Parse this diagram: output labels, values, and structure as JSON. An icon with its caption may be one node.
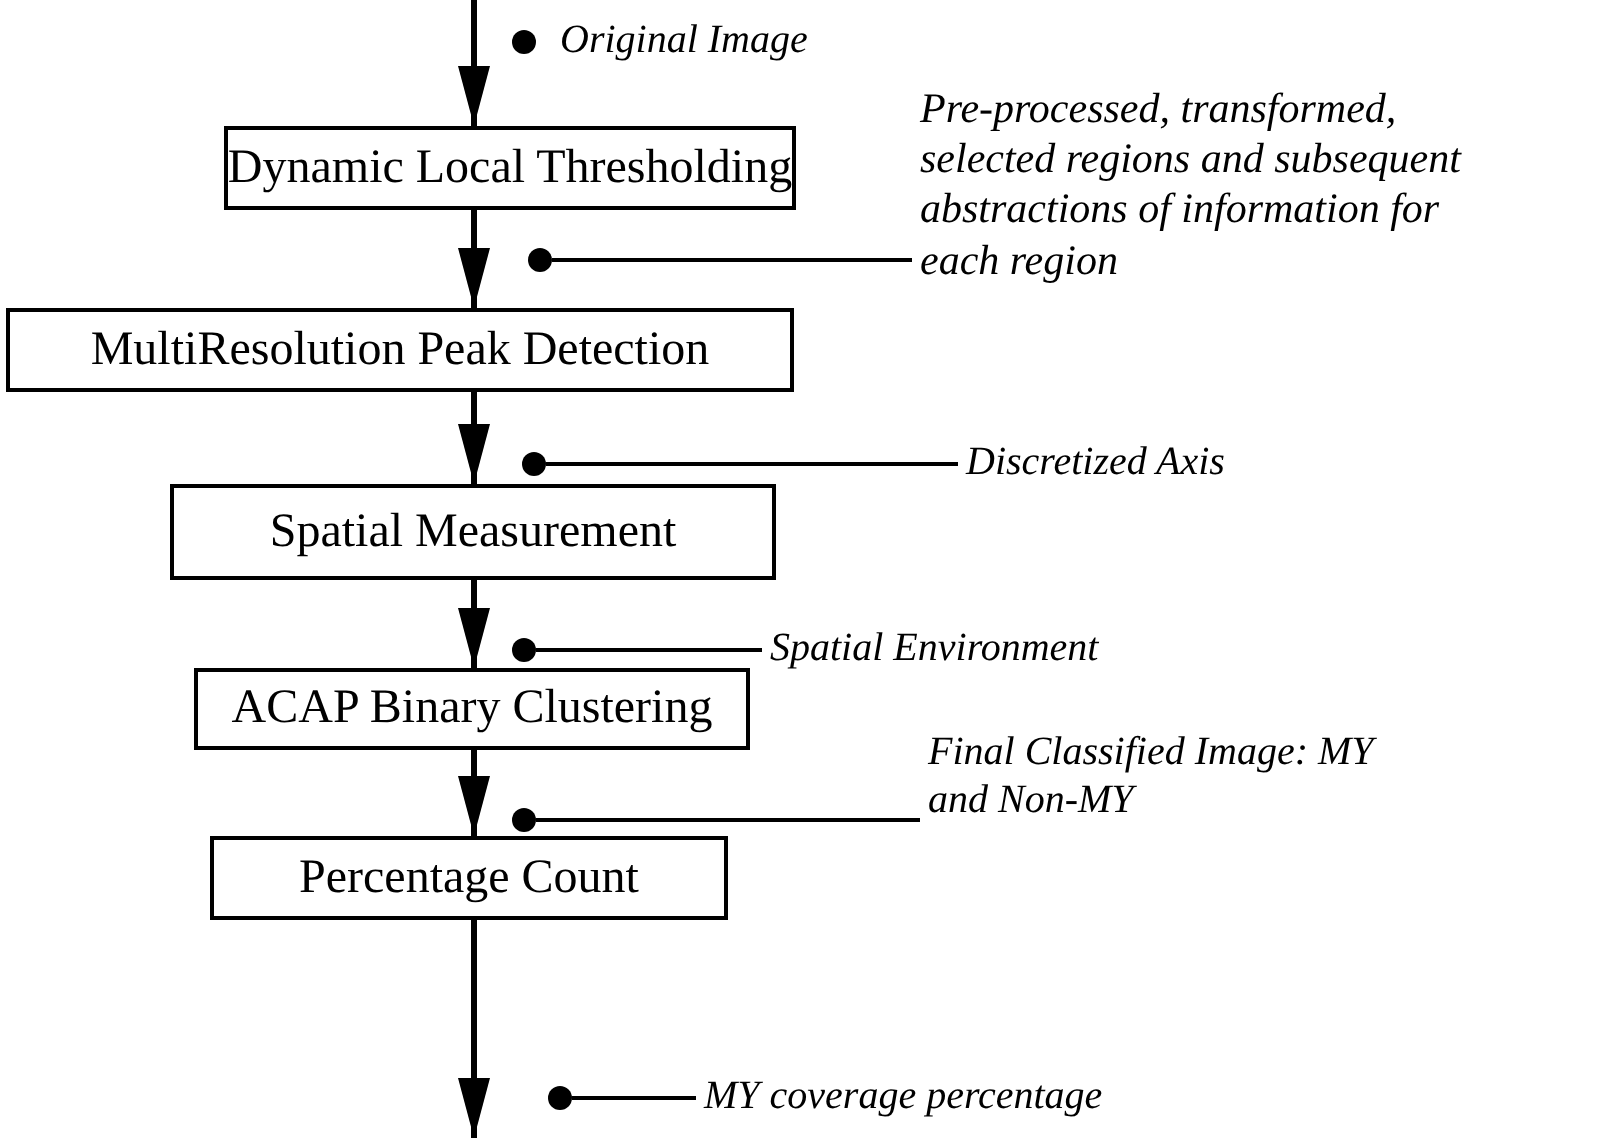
{
  "diagram": {
    "nodes": [
      {
        "text": [
          "Dynamic Local Thresholding"
        ]
      },
      {
        "text": [
          "MultiResolution Peak Detection"
        ]
      },
      {
        "text": [
          "Spatial Measurement"
        ]
      },
      {
        "text": [
          "ACAP Binary Clustering"
        ]
      },
      {
        "text": [
          "Percentage Count"
        ]
      },
      {
        "text": [
          "Original Image"
        ]
      },
      {
        "text": [
          "Pre-processed, transformed, selected regions and subsequent abstractions of information for each region"
        ]
      },
      {
        "text": [
          "Discretized Axis"
        ]
      },
      {
        "text": [
          "Spatial Environment"
        ]
      },
      {
        "text": [
          "Final Classified Image: MY and Non-MY"
        ]
      },
      {
        "text": [
          "MY coverage percentage"
        ]
      },
      {
        "text": [],
        "shape": "circle"
      },
      {
        "text": [],
        "shape": "circle"
      },
      {
        "text": [],
        "shape": "circle"
      },
      {
        "text": [],
        "shape": "circle"
      },
      {
        "text": [],
        "shape": "circle"
      },
      {
        "text": [],
        "shape": "circle"
      }
    ],
    "edges": [
      {
        "from": null,
        "to": 0,
        "arrow": "to"
      },
      {
        "from": 0,
        "to": 1,
        "arrow": "to"
      },
      {
        "from": 1,
        "to": 2,
        "arrow": "to"
      },
      {
        "from": 2,
        "to": 3,
        "arrow": "to"
      },
      {
        "from": 3,
        "to": 4,
        "arrow": "to"
      },
      {
        "from": 4,
        "to": null,
        "arrow": "to"
      },
      {
        "from": 6,
        "to": 12,
        "arrow": "none"
      },
      {
        "from": 7,
        "to": 13,
        "arrow": "none"
      },
      {
        "from": 8,
        "to": 14,
        "arrow": "none"
      },
      {
        "from": 9,
        "to": 15,
        "arrow": "none"
      },
      {
        "from": 10,
        "to": 16,
        "arrow": "none"
      }
    ]
  }
}
